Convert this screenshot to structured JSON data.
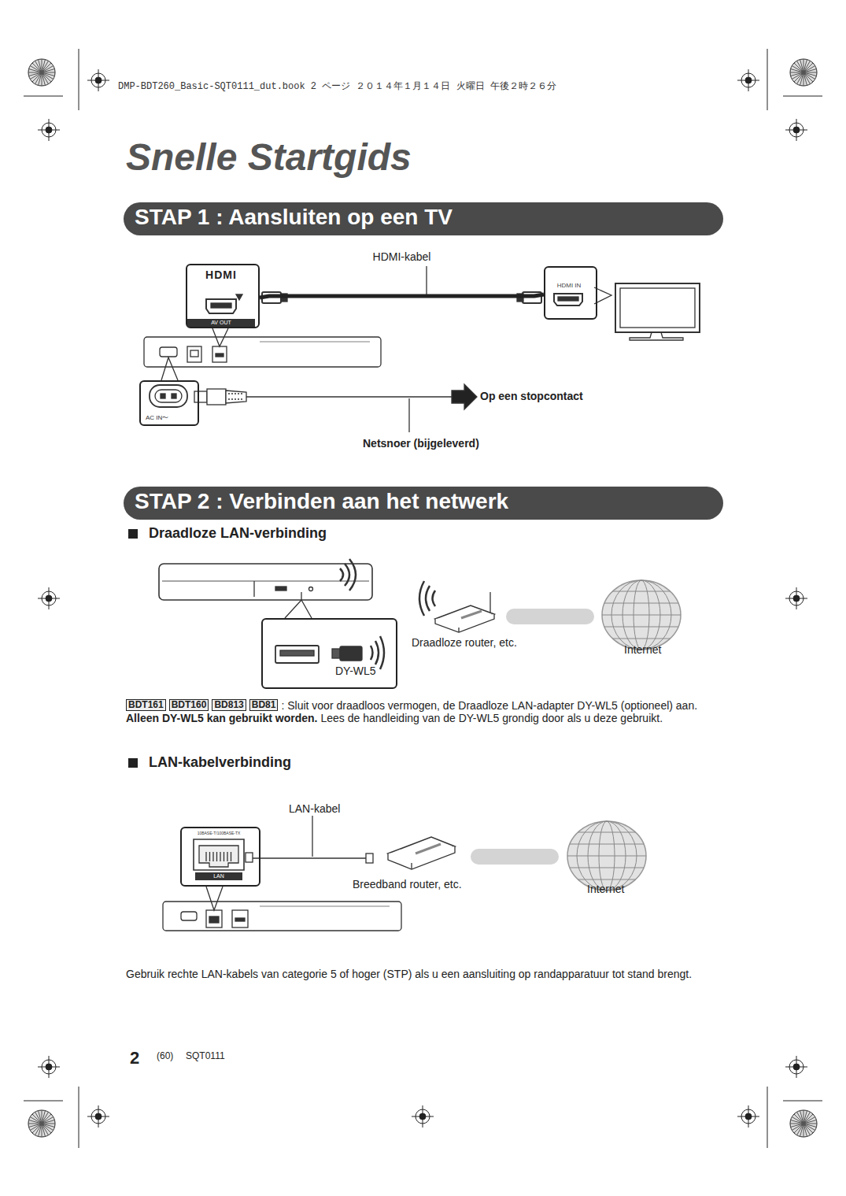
{
  "diagram": {
    "title": "Snelle Startgids",
    "nodes": [
      {
        "text": [
          "STAP 1 :  Aansluiten op een TV"
        ]
      },
      {
        "text": [
          "HDMI",
          "AV OUT"
        ]
      },
      {
        "text": [
          "HDMI IN"
        ]
      },
      {
        "text": [
          "AC IN〜"
        ]
      },
      {
        "text": [
          "STAP 2 :  Verbinden aan het netwerk"
        ]
      },
      {
        "text": [
          "DY-WL5"
        ]
      },
      {
        "text": [
          "BDT161"
        ]
      },
      {
        "text": [
          "BDT160"
        ]
      },
      {
        "text": [
          "BD813"
        ]
      },
      {
        "text": [
          "BD81"
        ]
      },
      {
        "text": [
          "10BASE-T/100BASE-TX",
          "LAN"
        ]
      }
    ],
    "edges": [
      {
        "from": 1,
        "to": 2,
        "arrow": "none",
        "label": "HDMI-kabel"
      }
    ],
    "labels": [
      "DMP-BDT260_Basic-SQT0111_dut.book  2 ページ  ２０１４年１月１４日  火曜日  午後２時２６分",
      "Op een stopcontact",
      "Netsnoer (bijgeleverd)",
      "Draadloze LAN-verbinding",
      "Draadloze router, etc.",
      "Internet",
      ": Sluit voor draadloos vermogen, de Draadloze LAN-adapter DY-WL5 (optioneel) aan.",
      "Alleen DY-WL5 kan gebruikt worden.",
      "Lees de handleiding van de DY-WL5 grondig door als u deze gebruikt.",
      "LAN-kabelverbinding",
      "LAN-kabel",
      "Breedband router, etc.",
      "Internet",
      "Gebruik rechte LAN-kabels van categorie 5 of hoger (STP) als u een aansluiting op randapparatuur tot stand brengt.",
      "2",
      "(60)",
      "SQT0111"
    ]
  }
}
